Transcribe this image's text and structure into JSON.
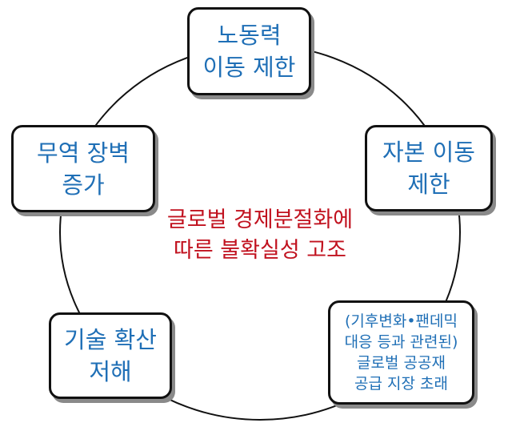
{
  "center": {
    "line1": "글로벌 경제분절화에",
    "line2": "따른 불확실성 고조"
  },
  "nodes": {
    "labor": {
      "line1": "노동력",
      "line2": "이동 제한"
    },
    "capital": {
      "line1": "자본 이동",
      "line2": "제한"
    },
    "trade": {
      "line1": "무역 장벽",
      "line2": "증가"
    },
    "tech": {
      "line1": "기술 확산",
      "line2": "저해"
    },
    "public": {
      "line1": "(기후변화•팬데믹",
      "line2": "대응 등과 관련된)",
      "line3": "글로벌 공공재",
      "line4": "공급 지장 초래"
    }
  },
  "colors": {
    "node_text": "#1f6fb6",
    "center_text": "#c1121f",
    "border": "#111111"
  }
}
